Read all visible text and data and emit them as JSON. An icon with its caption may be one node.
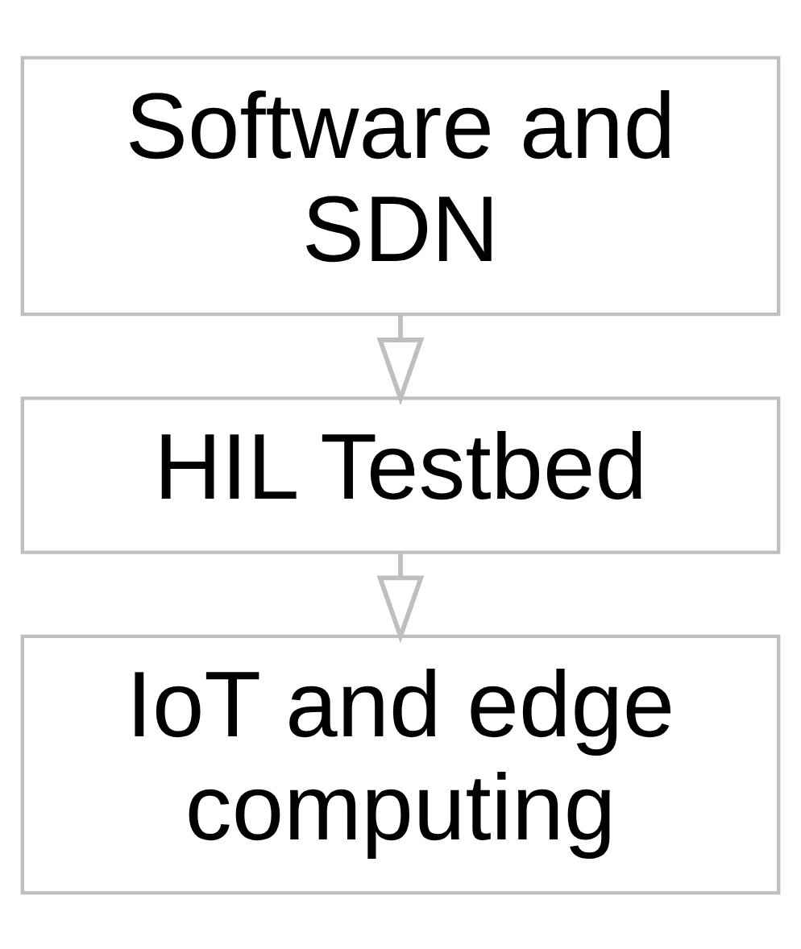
{
  "diagram": {
    "nodes": [
      {
        "text": [
          "Software and SDN"
        ]
      },
      {
        "text": [
          "HIL Testbed"
        ]
      },
      {
        "text": [
          "IoT and edge computing"
        ]
      }
    ],
    "edges": [
      {
        "from": 0,
        "to": 1,
        "arrow": "to"
      },
      {
        "from": 1,
        "to": 2,
        "arrow": "to"
      }
    ]
  }
}
